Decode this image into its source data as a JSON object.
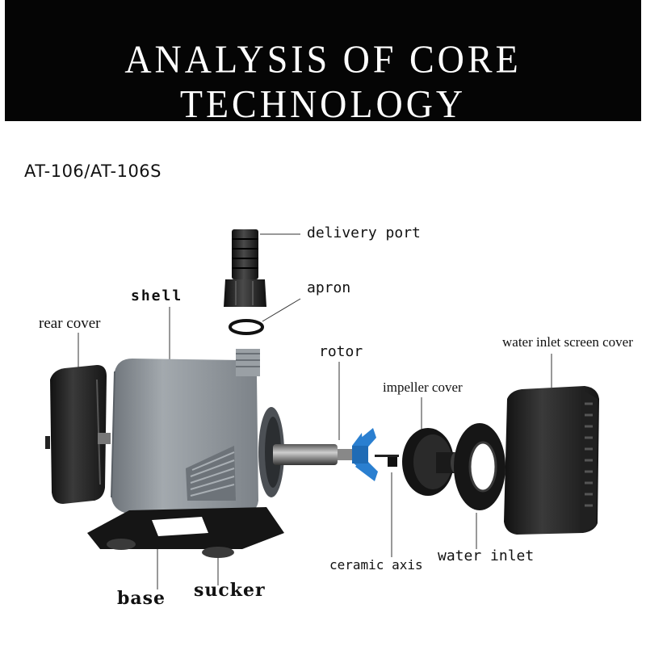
{
  "banner": {
    "title": "ANALYSIS OF CORE TECHNOLOGY"
  },
  "model": "AT-106/AT-106S",
  "labels": {
    "delivery_port": "delivery port",
    "apron": "apron",
    "shell": "shell",
    "rear_cover": "rear cover",
    "rotor": "rotor",
    "water_inlet_screen_cover": "water inlet screen cover",
    "impeller_cover": "impeller cover",
    "ceramic_axis": "ceramic axis",
    "water_inlet": "water inlet",
    "base": "base",
    "sucker": "sucker"
  },
  "colors": {
    "banner": "#050505",
    "pump_body": "#8e949a",
    "dark_parts": "#1c1c1c",
    "impeller": "#2a7fd0"
  }
}
